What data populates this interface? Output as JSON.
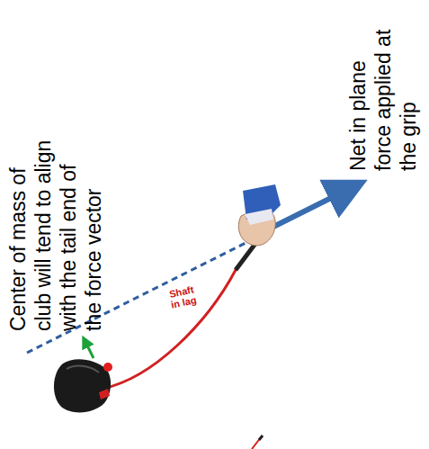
{
  "diagram": {
    "labels": [
      "Center of mass of club will tend to align with the tail end of the force vector",
      "Net in plane force applied at the grip",
      "Shaft in lag"
    ]
  }
}
